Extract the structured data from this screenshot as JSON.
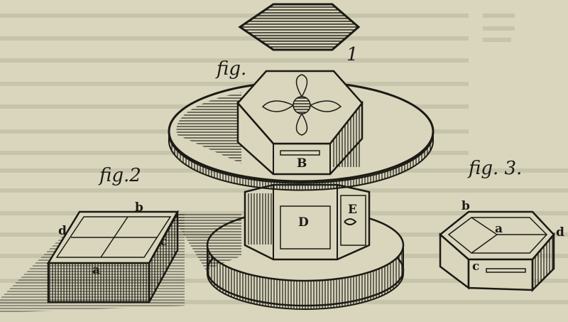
{
  "figures": {
    "fig1": {
      "caption": "fig.",
      "number": "1",
      "labels": {
        "box": "B",
        "pedestal": "D",
        "door": "E"
      }
    },
    "fig2": {
      "caption": "fig.2",
      "labels": {
        "b": "b",
        "d": "d",
        "c": "c",
        "a": "a"
      }
    },
    "fig3": {
      "caption": "fig. 3.",
      "labels": {
        "b": "b",
        "a": "a",
        "d": "d",
        "c": "c"
      }
    }
  },
  "colors": {
    "paper": "#d9d6bd",
    "ink": "#1b1a14",
    "bleed": "#9d9a85"
  }
}
